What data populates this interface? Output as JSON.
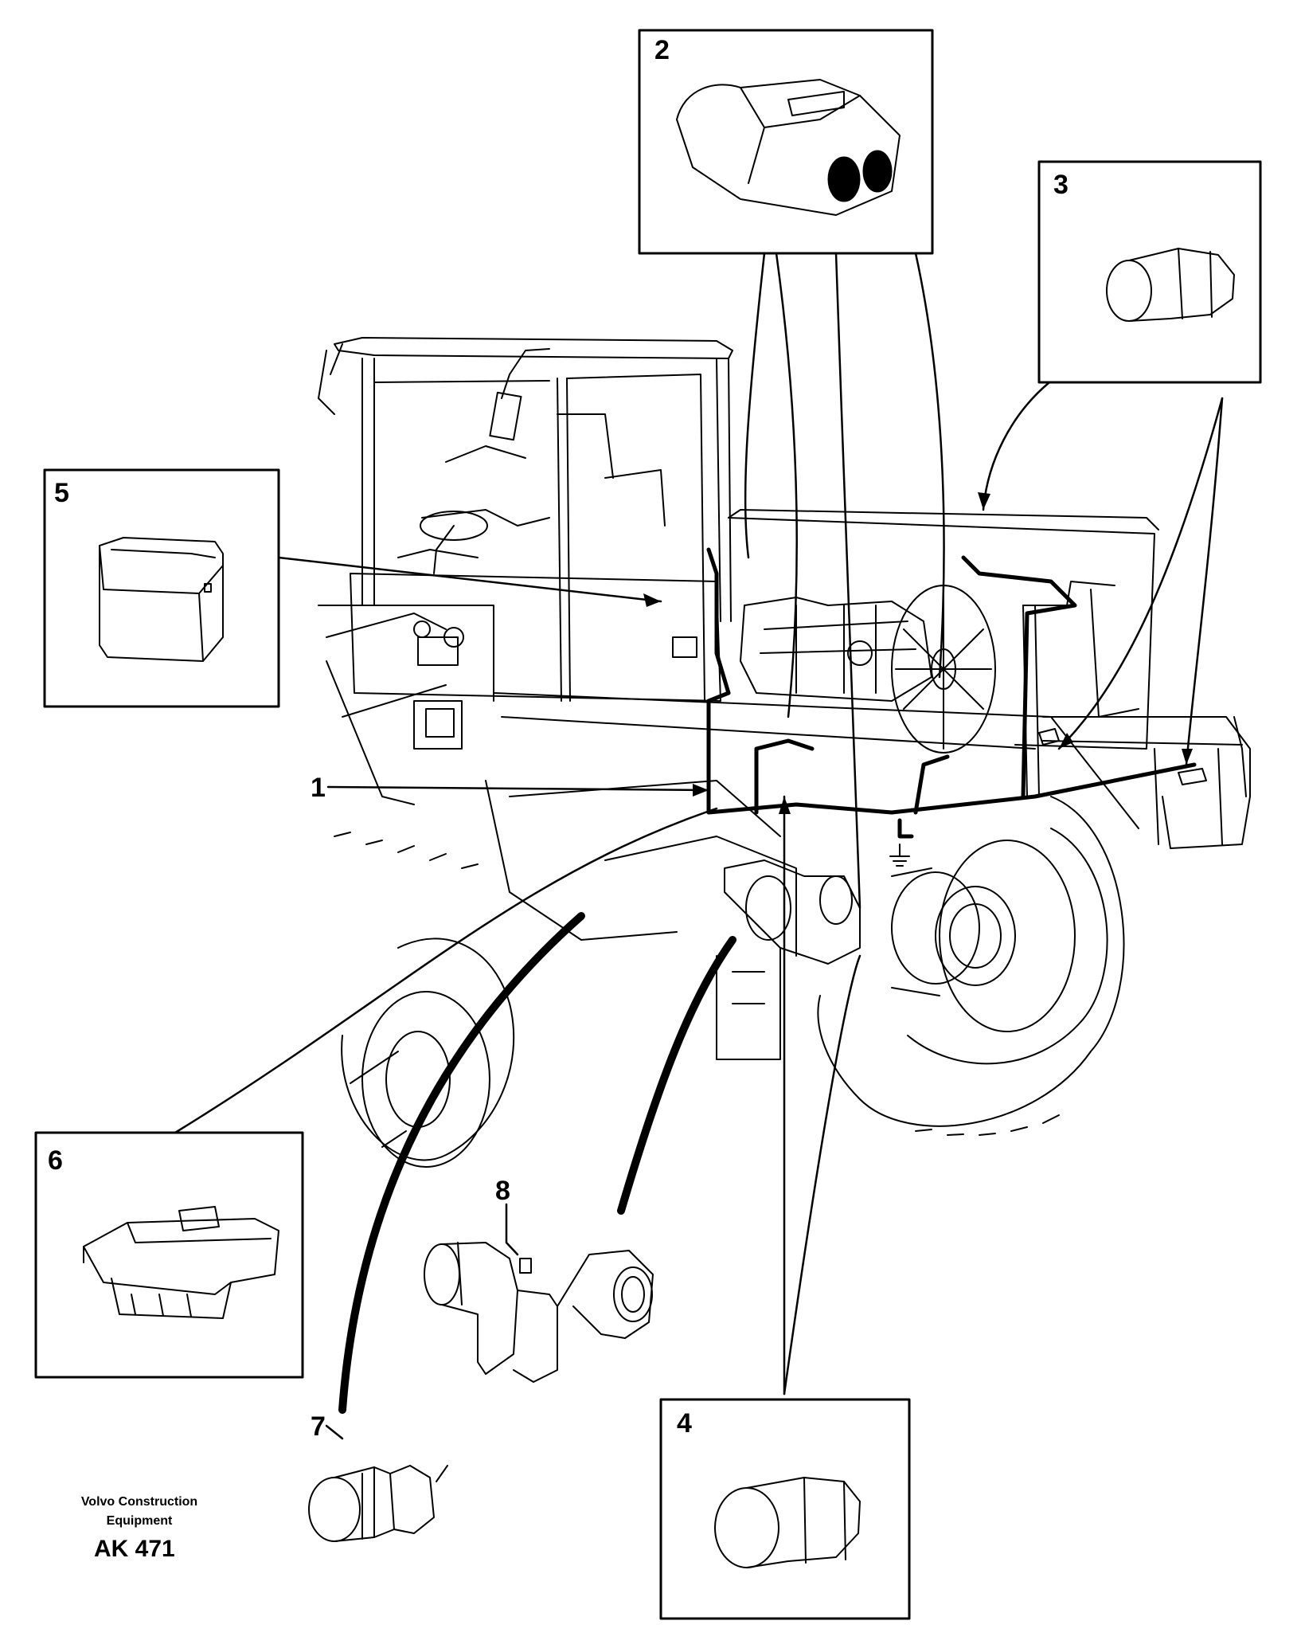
{
  "callouts": {
    "c1": "1",
    "c2": "2",
    "c3": "3",
    "c4": "4",
    "c5": "5",
    "c6": "6",
    "c7": "7",
    "c8": "8"
  },
  "footer": {
    "company_line1": "Volvo Construction",
    "company_line2": "Equipment",
    "code": "AK 471"
  }
}
